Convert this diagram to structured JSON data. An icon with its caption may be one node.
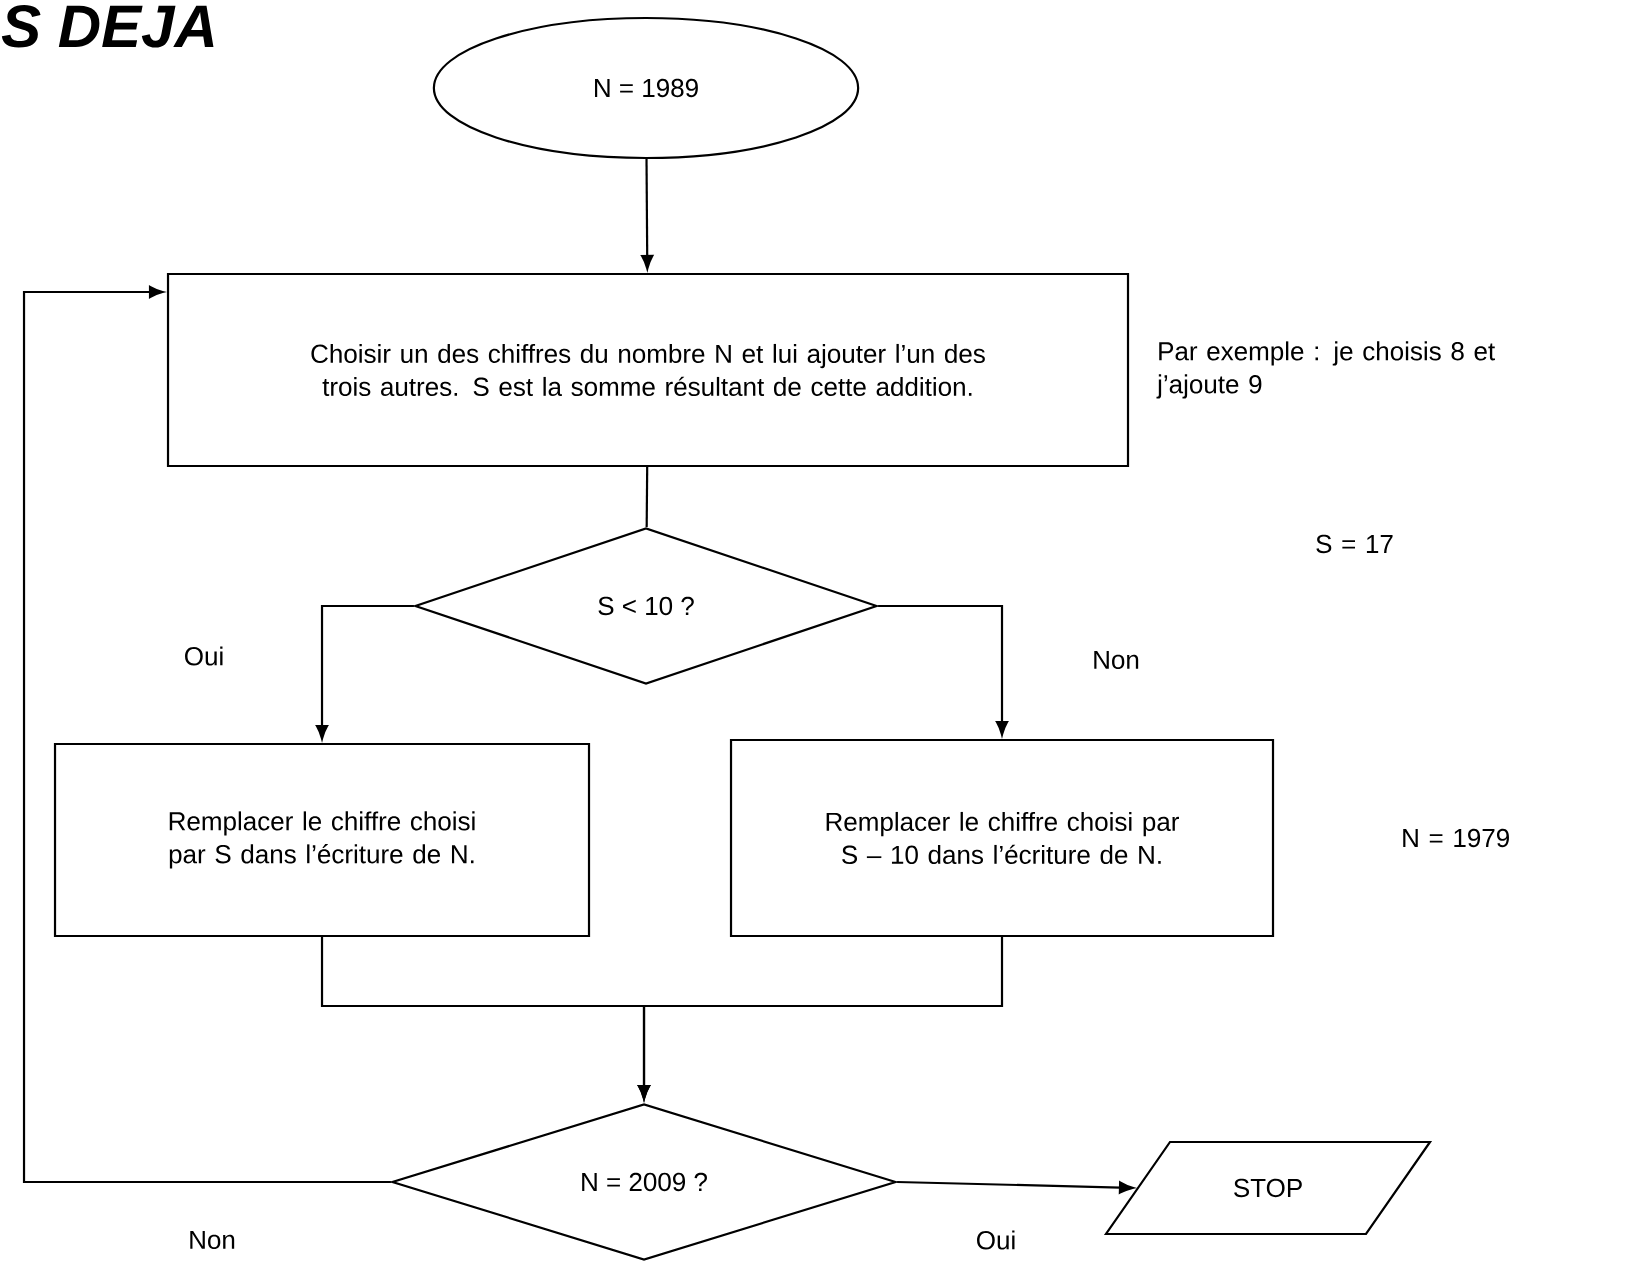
{
  "diagram": {
    "title": "S DEJA",
    "nodes": [
      {
        "text": [
          "N = 1989"
        ]
      },
      {
        "text": [
          "Choisir un des chiffres du nombre N et lui ajouter l’un des trois autres. S est la somme résultant de cette addition."
        ]
      },
      {
        "text": [
          "S < 10 ?"
        ]
      },
      {
        "text": [
          "Remplacer le chiffre choisi par S dans l’écriture de N."
        ]
      },
      {
        "text": [
          "Remplacer le chiffre choisi par S – 10 dans l’écriture de N."
        ]
      },
      {
        "text": [
          "N = 2009 ?"
        ]
      },
      {
        "text": [
          "STOP"
        ]
      }
    ],
    "edges": [
      {
        "from": 0,
        "to": 1,
        "arrow": "to"
      },
      {
        "from": 1,
        "to": 2,
        "arrow": "none"
      },
      {
        "from": 2,
        "to": 3,
        "arrow": "to",
        "label": "Oui"
      },
      {
        "from": 2,
        "to": 4,
        "arrow": "to",
        "label": "Non"
      },
      {
        "from": 3,
        "to": 5,
        "arrow": "to"
      },
      {
        "from": 4,
        "to": 5,
        "arrow": "to"
      },
      {
        "from": 5,
        "to": 1,
        "arrow": "to",
        "label": "Non"
      },
      {
        "from": 5,
        "to": 6,
        "arrow": "to",
        "label": "Oui"
      }
    ],
    "labels": [
      "Par exemple : je choisis 8 et j’ajoute 9",
      "S = 17",
      "N = 1979"
    ]
  }
}
